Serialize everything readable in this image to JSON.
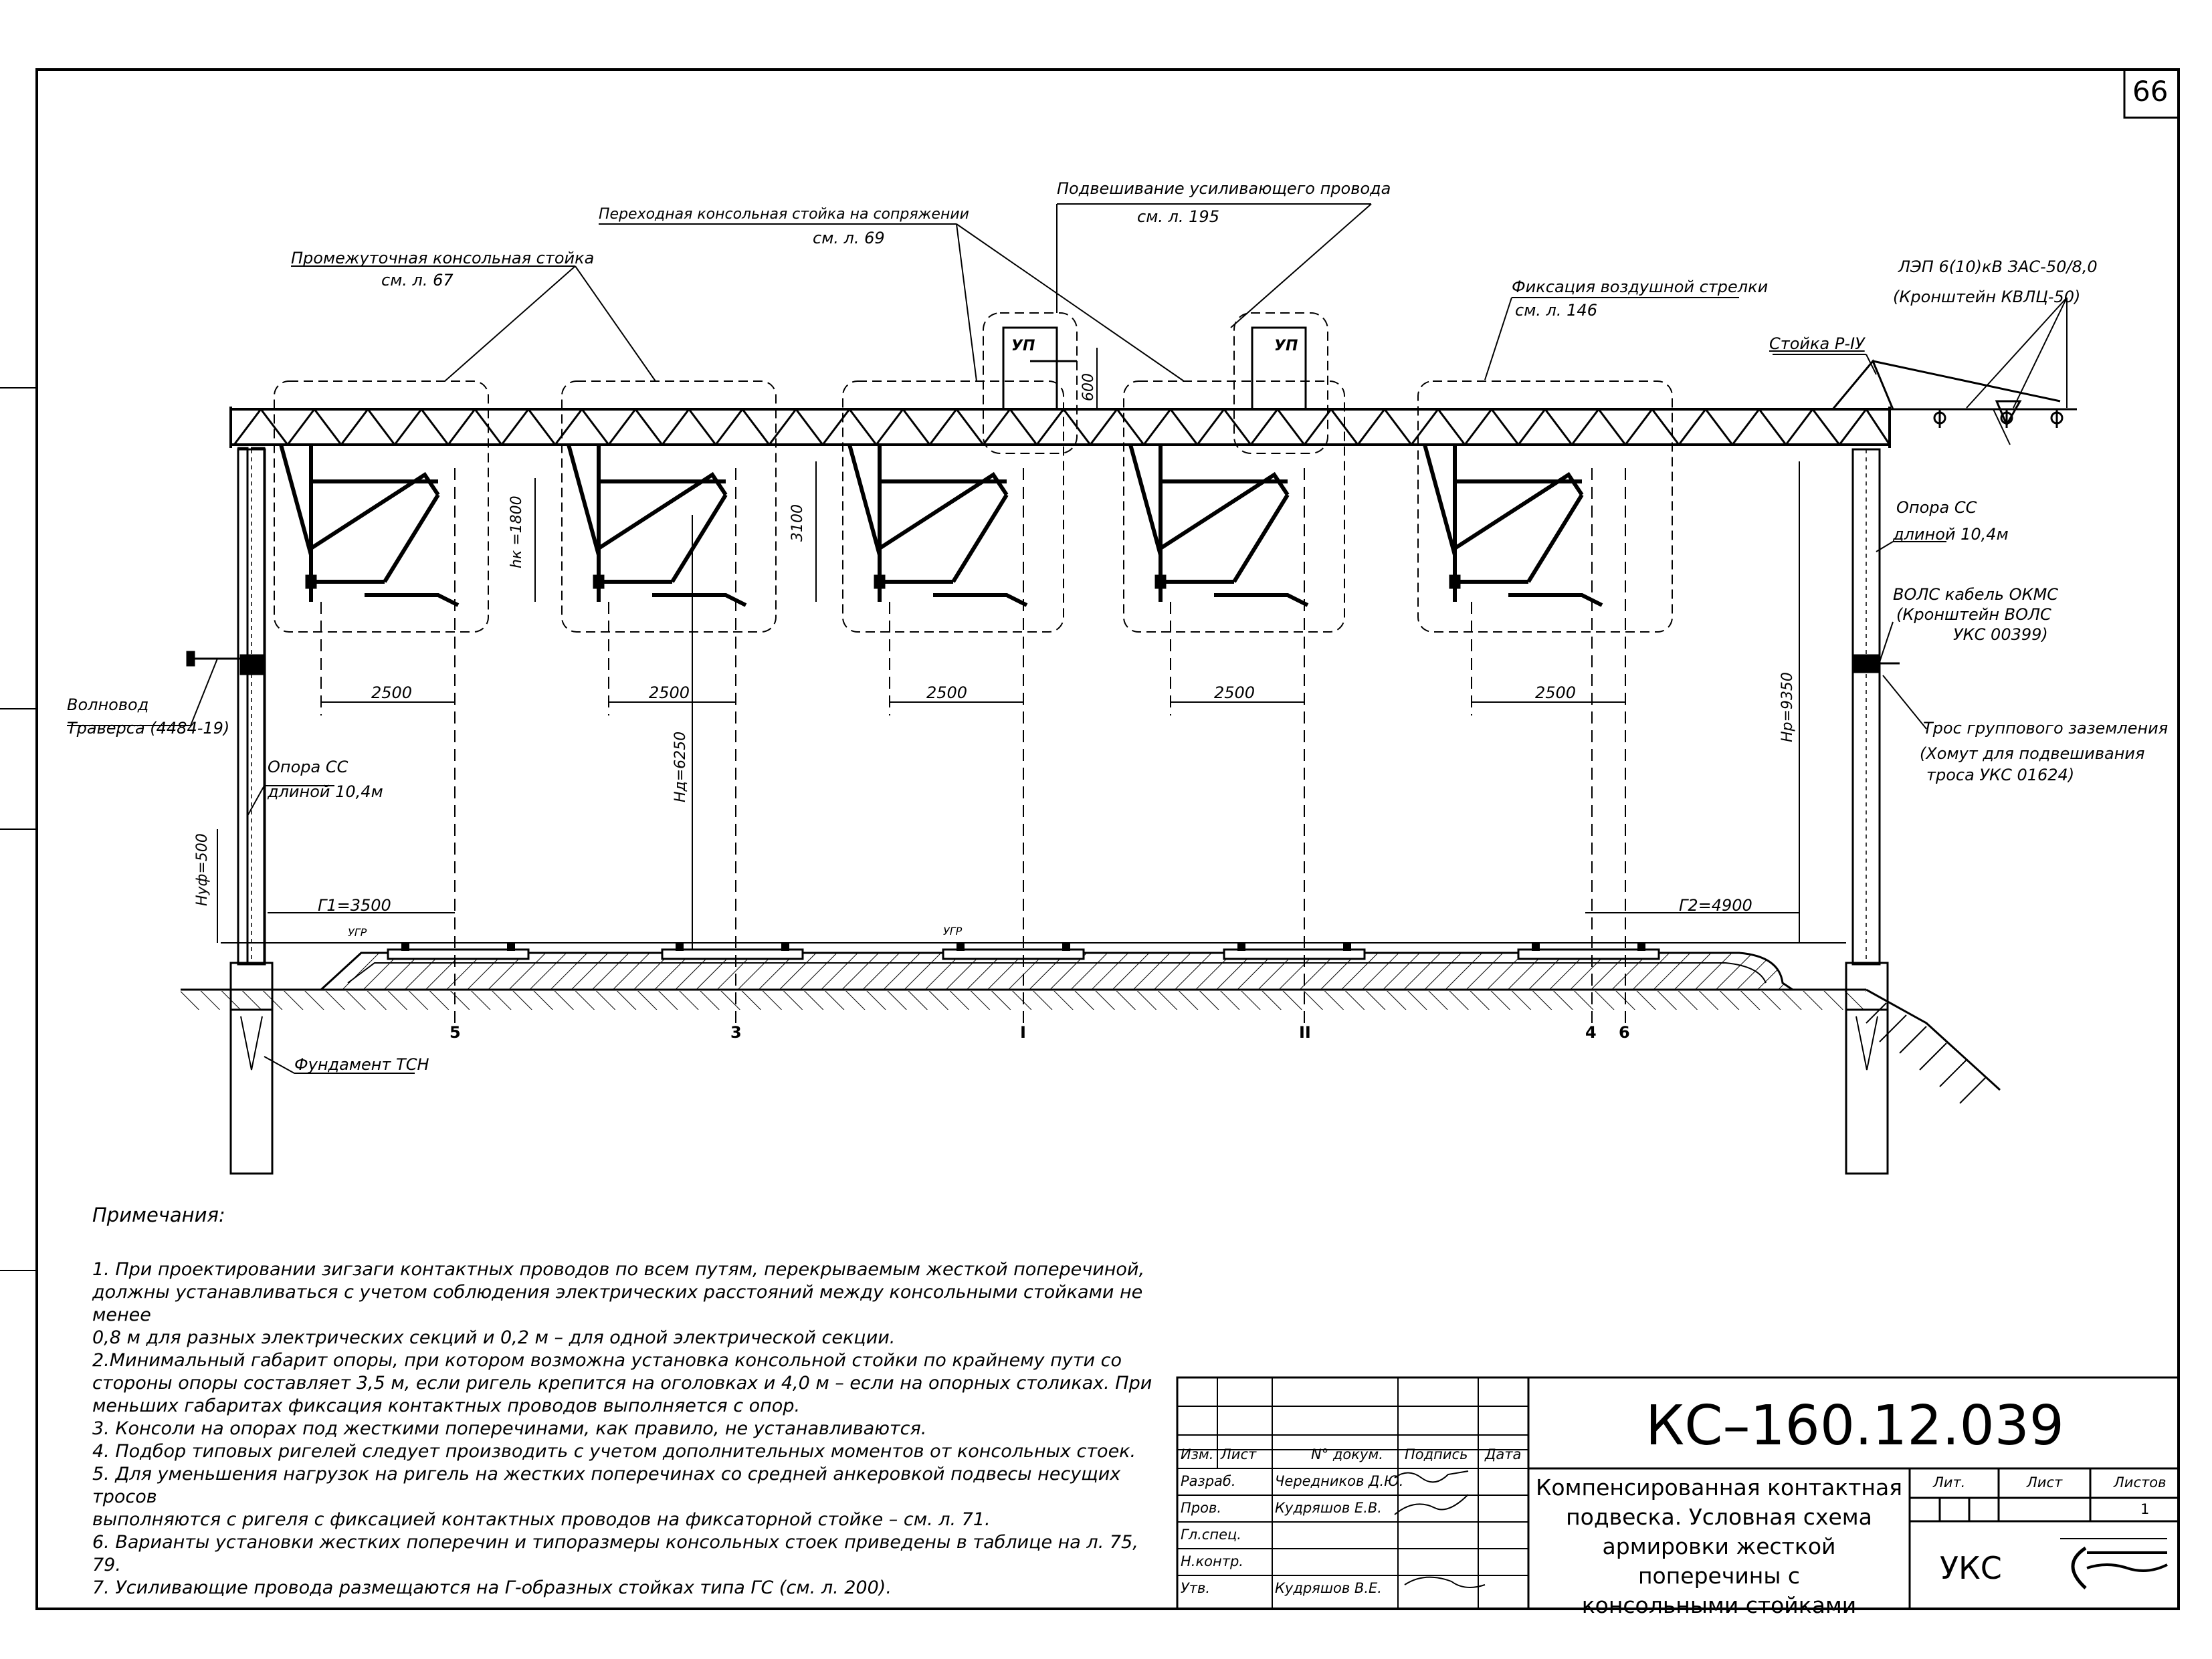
{
  "sheet_number": "66",
  "callouts": {
    "intermediate_console": {
      "title": "Промежуточная консольная стойка",
      "ref": "см. л. 67"
    },
    "transition_console": {
      "title": "Переходная консольная стойка на сопряжении",
      "ref": "см. л. 69"
    },
    "reinforcing_wire": {
      "title": "Подвешивание усиливающего провода",
      "ref": "см. л. 195"
    },
    "air_switch": {
      "title": "Фиксация воздушной стрелки",
      "ref": "см. л. 146"
    },
    "power_line": {
      "title": "ЛЭП 6(10)кВ ЗАС-50/8,0",
      "sub": "(Кронштейн КВЛЦ-50)"
    },
    "rack": "Стойка Р-IУ",
    "pole_right": {
      "title": "Опора СС",
      "sub": "длиной 10,4м"
    },
    "fiber": {
      "title": "ВОЛС кабель ОКМС",
      "sub1": "(Кронштейн ВОЛС",
      "sub2": "УКС 00399)"
    },
    "ground_cable": {
      "title": "Трос группового заземления",
      "sub1": "(Хомут для подвешивания",
      "sub2": "троса УКС 01624)"
    },
    "waveguide": "Волновод",
    "traverse": "Траверса (4484-19)",
    "pole_left": {
      "title": "Опора СС",
      "sub": "длиной 10,4м"
    },
    "foundation": "Фундамент ТСН",
    "up_label": "УП"
  },
  "dimensions": {
    "span": "2500",
    "hk": "hк =1800",
    "h3100": "3100",
    "h600": "600",
    "hd": "Hд=6250",
    "hp": "Hр=9350",
    "hyf": "Hуф=500",
    "g1": "Г1=3500",
    "g2": "Г2=4900",
    "ugr": "УГР"
  },
  "track_labels": [
    "5",
    "3",
    "I",
    "II",
    "4",
    "6"
  ],
  "notes": {
    "title": "Примечания:",
    "items": [
      "1. При проектировании зигзаги контактных проводов по всем путям, перекрываемым жесткой поперечиной,",
      "должны устанавливаться с учетом соблюдения электрических расстояний между консольными стойками не менее",
      "0,8 м для разных электрических секций и 0,2 м – для одной электрической секции.",
      "2.Минимальный габарит опоры, при котором возможна установка консольной стойки по крайнему пути со",
      "стороны опоры составляет 3,5 м, если ригель крепится на оголовках и 4,0 м – если на опорных столиках. При",
      "меньших габаритах фиксация контактных проводов выполняется с опор.",
      "3. Консоли на опорах под жесткими поперечинами, как правило, не устанавливаются.",
      "4. Подбор типовых ригелей следует производить с учетом дополнительных моментов от консольных стоек.",
      "5. Для уменьшения нагрузок на ригель на жестких поперечинах со средней анкеровкой подвесы несущих тросов",
      "выполняются с ригеля с фиксацией контактных проводов на фиксаторной стойке – см. л. 71.",
      "6. Варианты установки жестких поперечин и типоразмеры консольных стоек приведены в таблице на л. 75, 79.",
      "7. Усиливающие провода размещаются на Г-образных стойках типа ГС (см. л. 200)."
    ]
  },
  "title_block": {
    "code": "КС–160.12.039",
    "title_lines": [
      "Компенсированная контактная",
      "подвеска. Условная схема",
      "армировки жесткой поперечины с",
      "консольными стойками"
    ],
    "org": "УКС",
    "col_headers": [
      "Изм.",
      "Лист",
      "N° докум.",
      "Подпись",
      "Дата"
    ],
    "roles": [
      {
        "role": "Разраб.",
        "name": "Чередников Д.Ю."
      },
      {
        "role": "Пров.",
        "name": "Кудряшов Е.В."
      },
      {
        "role": "Гл.спец.",
        "name": ""
      },
      {
        "role": "Н.контр.",
        "name": ""
      },
      {
        "role": "Утв.",
        "name": "Кудряшов В.Е."
      }
    ],
    "lit_header": "Лит.",
    "sheet_header": "Лист",
    "sheets_header": "Листов",
    "sheets_value": "1"
  }
}
